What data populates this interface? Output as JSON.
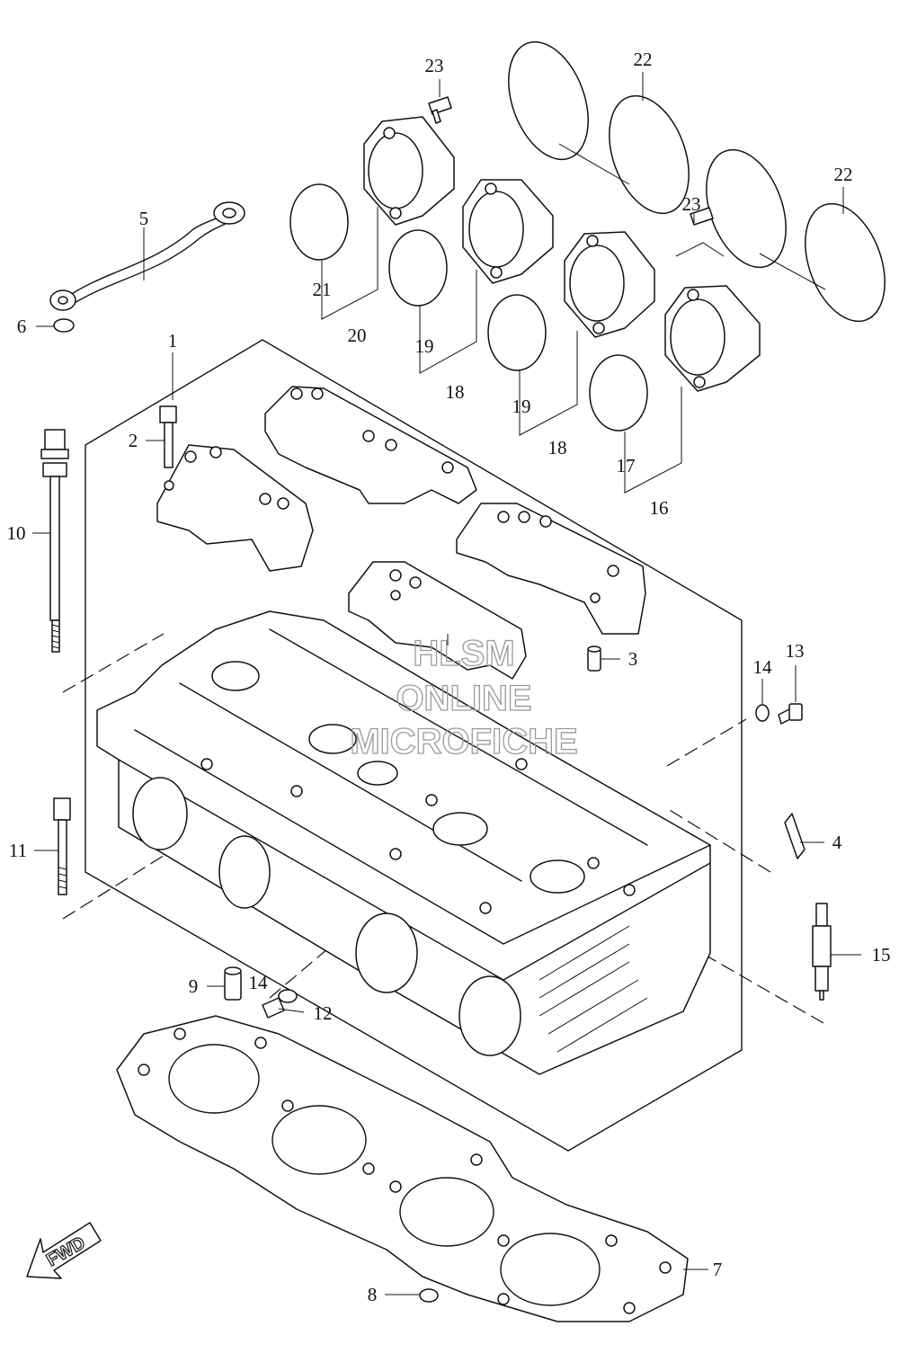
{
  "callouts": {
    "c1": "1",
    "c2": "2",
    "c3": "3",
    "c4": "4",
    "c5": "5",
    "c6": "6",
    "c7": "7",
    "c8": "8",
    "c9": "9",
    "c10": "10",
    "c11": "11",
    "c12": "12",
    "c13": "13",
    "c14a": "14",
    "c14b": "14",
    "c15": "15",
    "c16": "16",
    "c17": "17",
    "c18a": "18",
    "c18b": "18",
    "c19a": "19",
    "c19b": "19",
    "c20": "20",
    "c21": "21",
    "c22a": "22",
    "c22b": "22",
    "c23a": "23",
    "c23b": "23"
  },
  "watermark": {
    "line1": "HLSM",
    "line2": "ONLINE",
    "line3": "MICROFICHE"
  },
  "fwd_label": "FWD"
}
